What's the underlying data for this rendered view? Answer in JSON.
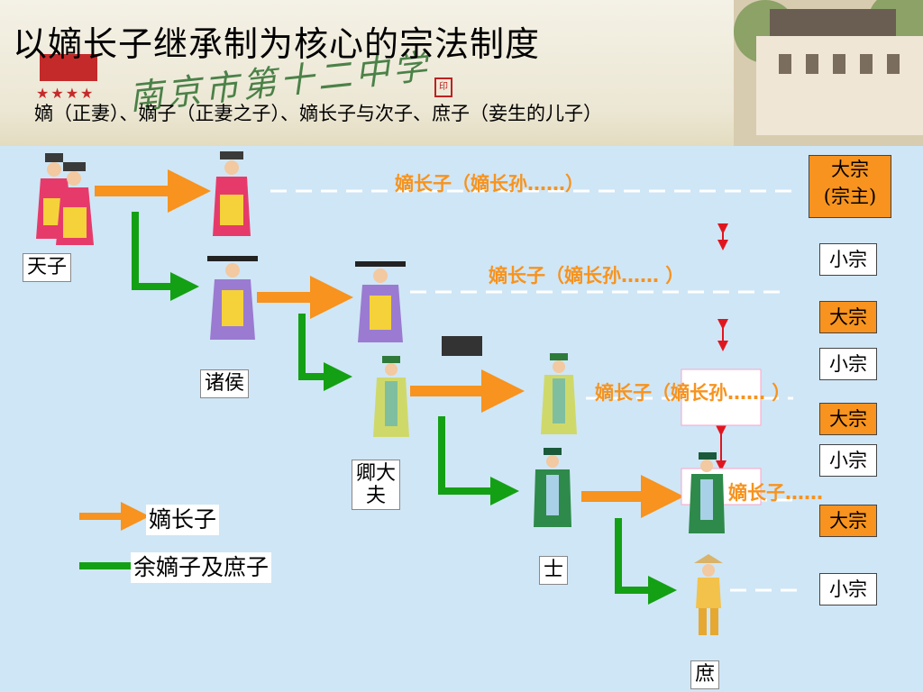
{
  "header": {
    "title": "以嫡长子继承制为核心的宗法制度",
    "subtitle": "嫡（正妻）、嫡子（正妻之子）、嫡长子与次子、庶子（妾生的儿子）",
    "watermark": "南京市第十二中学"
  },
  "people_labels": {
    "tianzi": "天子",
    "zhuhou": "诸侯",
    "qing_dafu": "卿大夫",
    "shi": "士",
    "shu": "庶"
  },
  "lineage_labels": {
    "line1": "嫡长子（嫡长孙……）",
    "line2": "嫡长子（嫡长孙…… ）",
    "line3": "嫡长子（嫡长孙…… ）",
    "line4": "嫡长子……"
  },
  "clan_boxes": {
    "b1": "大宗\n(宗主)",
    "b2": "小宗",
    "b3": "大宗",
    "b4": "小宗",
    "b5": "大宗",
    "b6": "小宗",
    "b7": "大宗",
    "b8": "小宗"
  },
  "legend": {
    "eldest": "嫡长子",
    "others": "余嫡子及庶子"
  },
  "colors": {
    "orange": "#f7931e",
    "green": "#14a014",
    "red": "#e0161f",
    "background": "#cfe6f6"
  }
}
